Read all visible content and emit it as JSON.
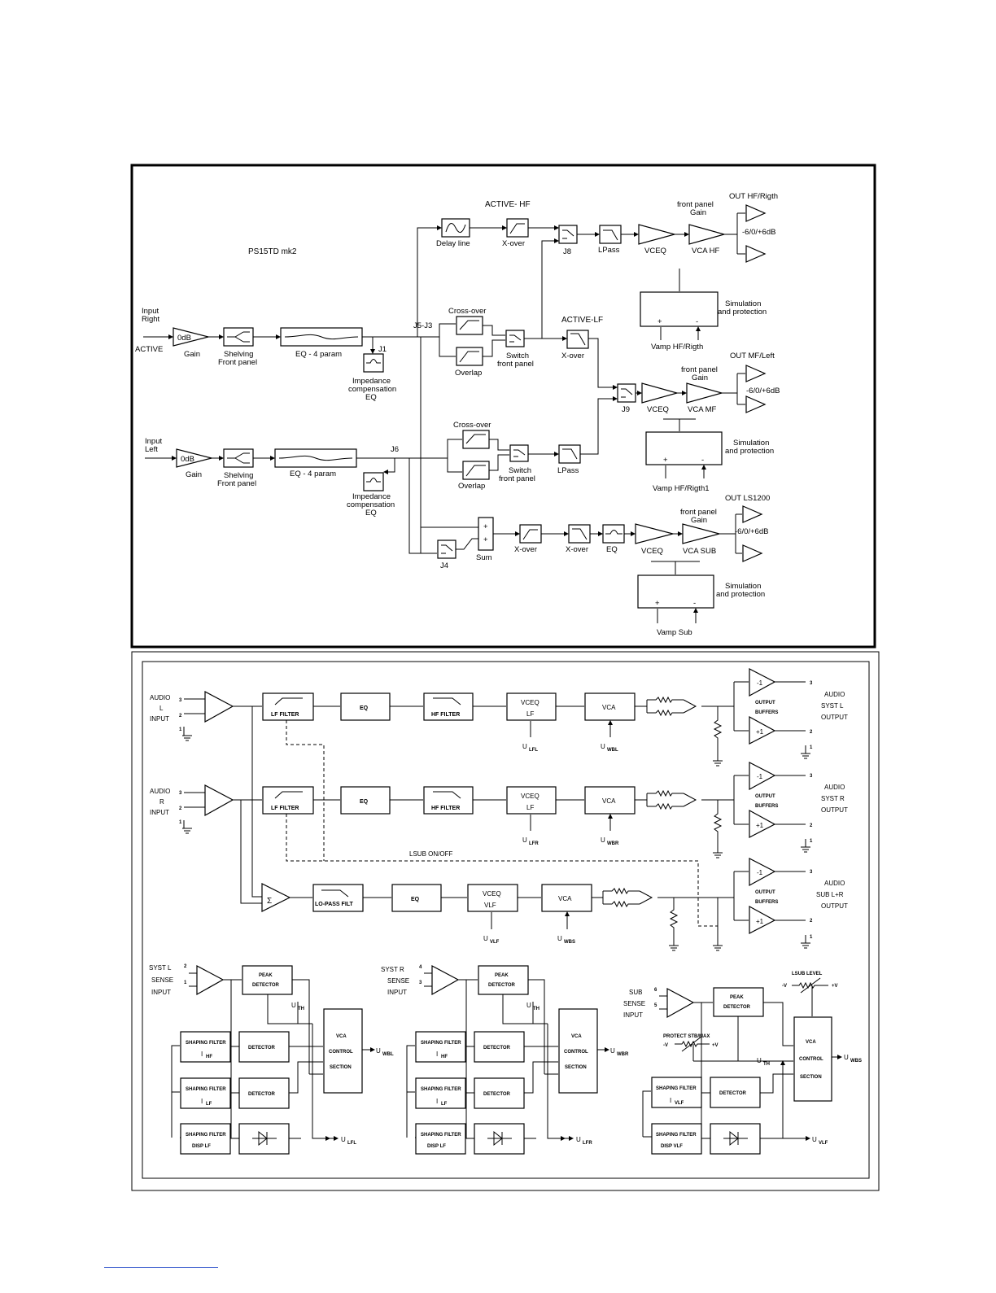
{
  "top": {
    "title": "PS15TD mk2",
    "active_hf": "ACTIVE- HF",
    "active_lf": "ACTIVE-LF",
    "input_right": [
      "Input",
      "Right"
    ],
    "active": "ACTIVE",
    "input_left": [
      "Input",
      "Left"
    ],
    "gain": "Gain",
    "zero_db": "0dB",
    "shelving": [
      "Shelving",
      "Front panel"
    ],
    "eq4": "EQ - 4 param",
    "j1": "J1",
    "j6": "J6",
    "j5j3": "J5-J3",
    "j8": "J8",
    "j9": "J9",
    "j4": "J4",
    "impedance": [
      "Impedance",
      "compensation",
      "EQ"
    ],
    "delay_line": "Delay line",
    "x_over": "X-over",
    "lpass": "LPass",
    "vceq": "VCEQ",
    "vca_hf": "VCA HF",
    "vca_mf": "VCA MF",
    "vca_sub": "VCA SUB",
    "front_panel_gain": [
      "front panel",
      "Gain"
    ],
    "out_hf": "OUT HF/Rigth",
    "out_mf": "OUT MF/Left",
    "out_ls": "OUT LS1200",
    "gain_range": "-6/0/+6dB",
    "cross_over": "Cross-over",
    "overlap": "Overlap",
    "switch": [
      "Switch",
      "front panel"
    ],
    "simulation": [
      "Simulation",
      "and protection"
    ],
    "vamp_hf": "Vamp HF/Rigth",
    "vamp_hf1": "Vamp HF/Rigth1",
    "vamp_sub": "Vamp Sub",
    "sum": "Sum",
    "eq": "EQ",
    "plus": "+",
    "minus": "-"
  },
  "bottom": {
    "audio_l": [
      "AUDIO",
      "L",
      "INPUT"
    ],
    "audio_r": [
      "AUDIO",
      "R",
      "INPUT"
    ],
    "lf_filter": "LF FILTER",
    "hf_filter": "HF FILTER",
    "eq": "EQ",
    "vceq": "VCEQ",
    "lf": "LF",
    "vlf": "VLF",
    "vca": "VCA",
    "lowpass": "LO-PASS FILT",
    "output_buffers": [
      "OUTPUT",
      "BUFFERS"
    ],
    "m1": "-1",
    "p1": "+1",
    "out_l": [
      "AUDIO",
      "SYST  L",
      "OUTPUT"
    ],
    "out_r": [
      "AUDIO",
      "SYST  R",
      "OUTPUT"
    ],
    "out_sub": [
      "AUDIO",
      "SUB  L+R",
      "OUTPUT"
    ],
    "lsub_onoff": "LSUB ON/OFF",
    "u": "U",
    "sub_lfl": "LFL",
    "sub_wbl": "WBL",
    "sub_lfr": "LFR",
    "sub_wbr": "WBR",
    "sub_vlf": "VLF",
    "sub_wbs": "WBS",
    "sub_th": "TH",
    "pin1": "1",
    "pin2": "2",
    "pin3": "3",
    "pin4": "4",
    "pin5": "5",
    "pin6": "6",
    "sense_l": [
      "SYST  L",
      "SENSE",
      "INPUT"
    ],
    "sense_r": [
      "SYST  R",
      "SENSE",
      "INPUT"
    ],
    "sense_sub": [
      "SUB",
      "SENSE",
      "INPUT"
    ],
    "peak_detector": [
      "PEAK",
      "DETECTOR"
    ],
    "detector": "DETECTOR",
    "shaping_filter": "SHAPING FILTER",
    "i_hf": "I",
    "hf_sub": "HF",
    "lf_sub": "LF",
    "vlf_sub": "VLF",
    "disp_lf": "DISP LF",
    "disp_vlf": "DISP  VLF",
    "vca_control": [
      "VCA",
      "CONTROL",
      "SECTION"
    ],
    "lsub_level": "LSUB LEVEL",
    "minus_v": "-V",
    "plus_v": "+V",
    "protect": "PROTECT  STB/MAX"
  }
}
